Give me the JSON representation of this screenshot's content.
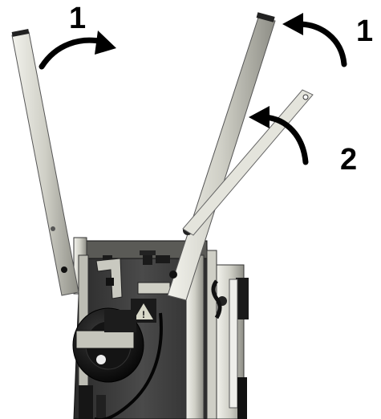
{
  "callouts": [
    {
      "id": "left-arm",
      "text": "1"
    },
    {
      "id": "right-arm",
      "text": "1"
    },
    {
      "id": "support-arm",
      "text": "2"
    }
  ],
  "colors": {
    "background": "#ffffff",
    "arrow": "#000000",
    "aluminum_light": "#dcdcd4",
    "aluminum_dark": "#9a9a92",
    "panel": "#3e3e3e",
    "black_parts": "#141414",
    "warning_yellow": "#d9d9c9"
  },
  "icons": {
    "arrows": "curved-rotation-arrow",
    "warning": "warning-triangle-icon"
  }
}
